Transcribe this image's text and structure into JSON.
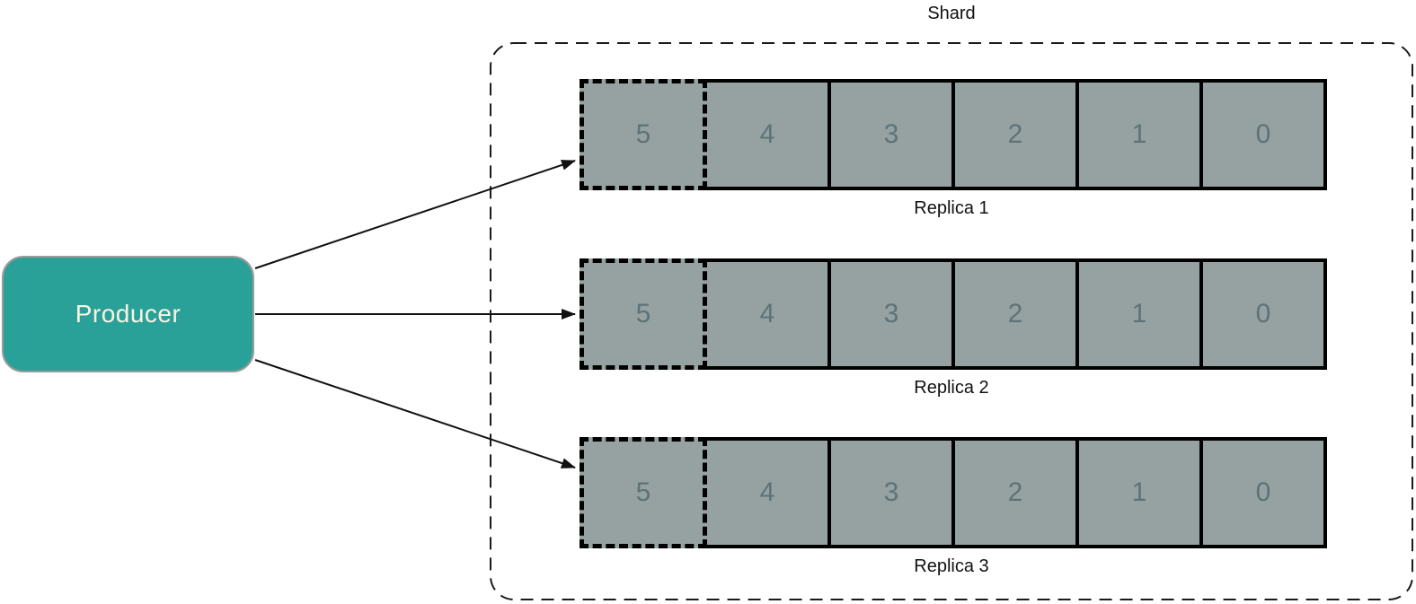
{
  "producer": {
    "label": "Producer"
  },
  "shard": {
    "label": "Shard",
    "replicas": [
      {
        "label": "Replica 1",
        "cells": [
          "5",
          "4",
          "3",
          "2",
          "1",
          "0"
        ]
      },
      {
        "label": "Replica 2",
        "cells": [
          "5",
          "4",
          "3",
          "2",
          "1",
          "0"
        ]
      },
      {
        "label": "Replica 3",
        "cells": [
          "5",
          "4",
          "3",
          "2",
          "1",
          "0"
        ]
      }
    ]
  },
  "colors": {
    "producer_fill": "#2aa198",
    "producer_text": "#faf4e1",
    "cell_fill": "#95a2a1",
    "cell_text": "#5e7278",
    "line": "#111111",
    "background": "#ffffff"
  }
}
